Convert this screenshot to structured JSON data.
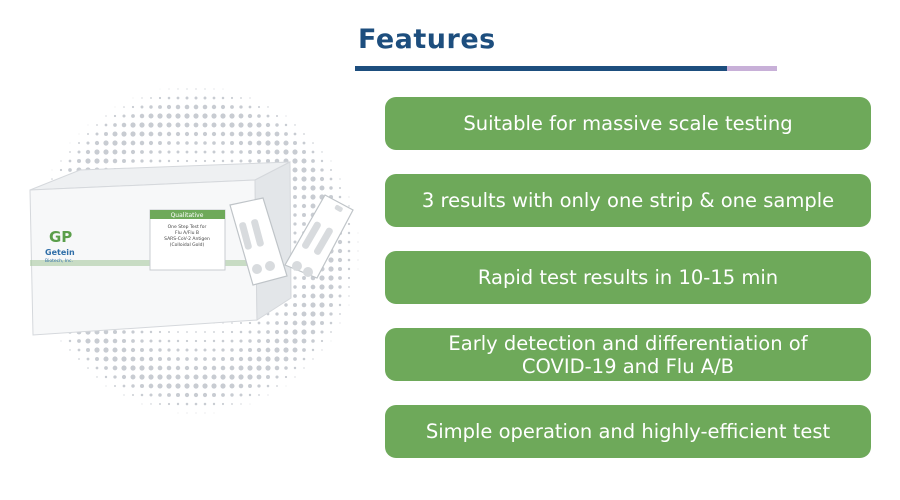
{
  "heading": "Features",
  "colors": {
    "heading": "#1d4e7e",
    "accent": "#c8b0d8",
    "feature_bg": "#6ea95a",
    "feature_text": "#ffffff"
  },
  "features": [
    "Suitable for massive scale testing",
    "3 results with only one strip & one sample",
    "Rapid test results in 10-15 min",
    "Early detection and differentiation of\nCOVID-19 and Flu A/B",
    "Simple operation and highly-efficient test"
  ],
  "product": {
    "logo_mark": "GP",
    "brand": "Getein",
    "brand_sub": "Biotech, Inc.",
    "label_badge": "Qualitative",
    "label_text": [
      "One Step Test for",
      "Flu A/Flu B",
      "SARS-CoV-2 Antigen",
      "(Colloidal Gold)"
    ]
  }
}
